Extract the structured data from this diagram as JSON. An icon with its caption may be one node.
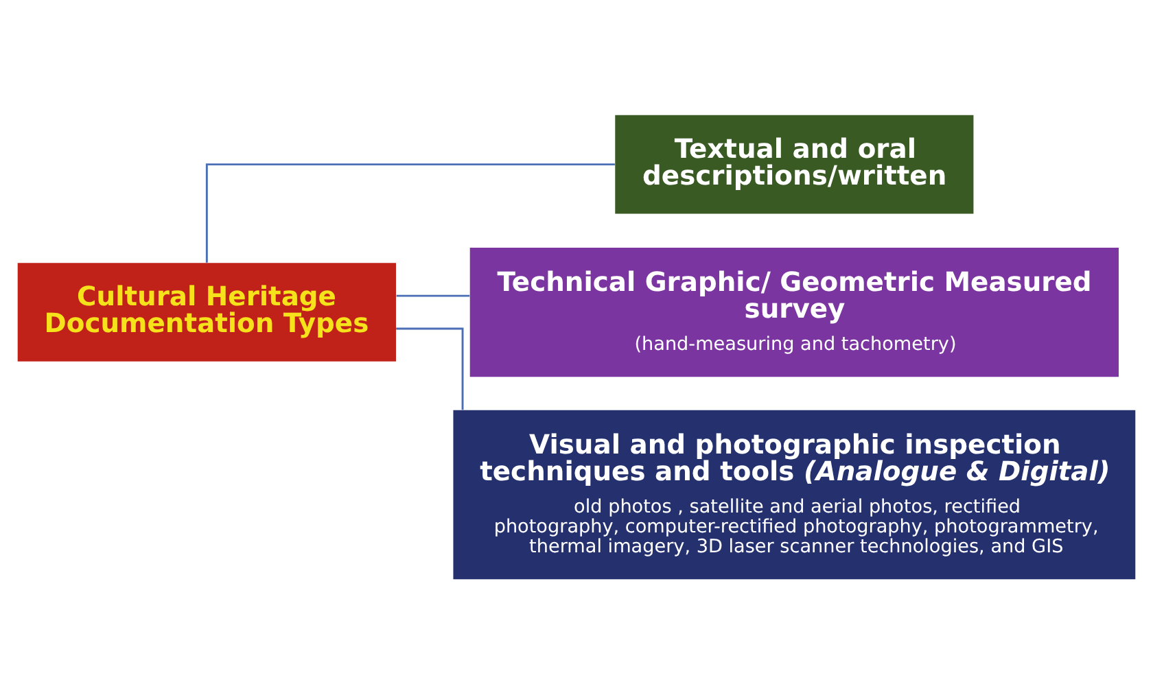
{
  "diagram": {
    "nodes": [
      {
        "text": [
          "Cultural Heritage Documentation Types"
        ]
      },
      {
        "text": [
          "Textual and oral descriptions/written"
        ]
      },
      {
        "text": [
          "Technical Graphic/ Geometric Measured survey",
          "(hand-measuring and tachometry)"
        ]
      },
      {
        "text": [
          "Visual and photographic inspection techniques and tools *(Analogue & Digital)*",
          "old photos , satellite and aerial photos, rectified photography, computer-rectified photography, photogrammetry, thermal imagery, 3D laser scanner technologies, and GIS"
        ]
      }
    ],
    "edges": [
      {
        "from": 0,
        "to": 1,
        "arrow": "none"
      },
      {
        "from": 0,
        "to": 2,
        "arrow": "none"
      },
      {
        "from": 0,
        "to": 3,
        "arrow": "none"
      }
    ]
  }
}
